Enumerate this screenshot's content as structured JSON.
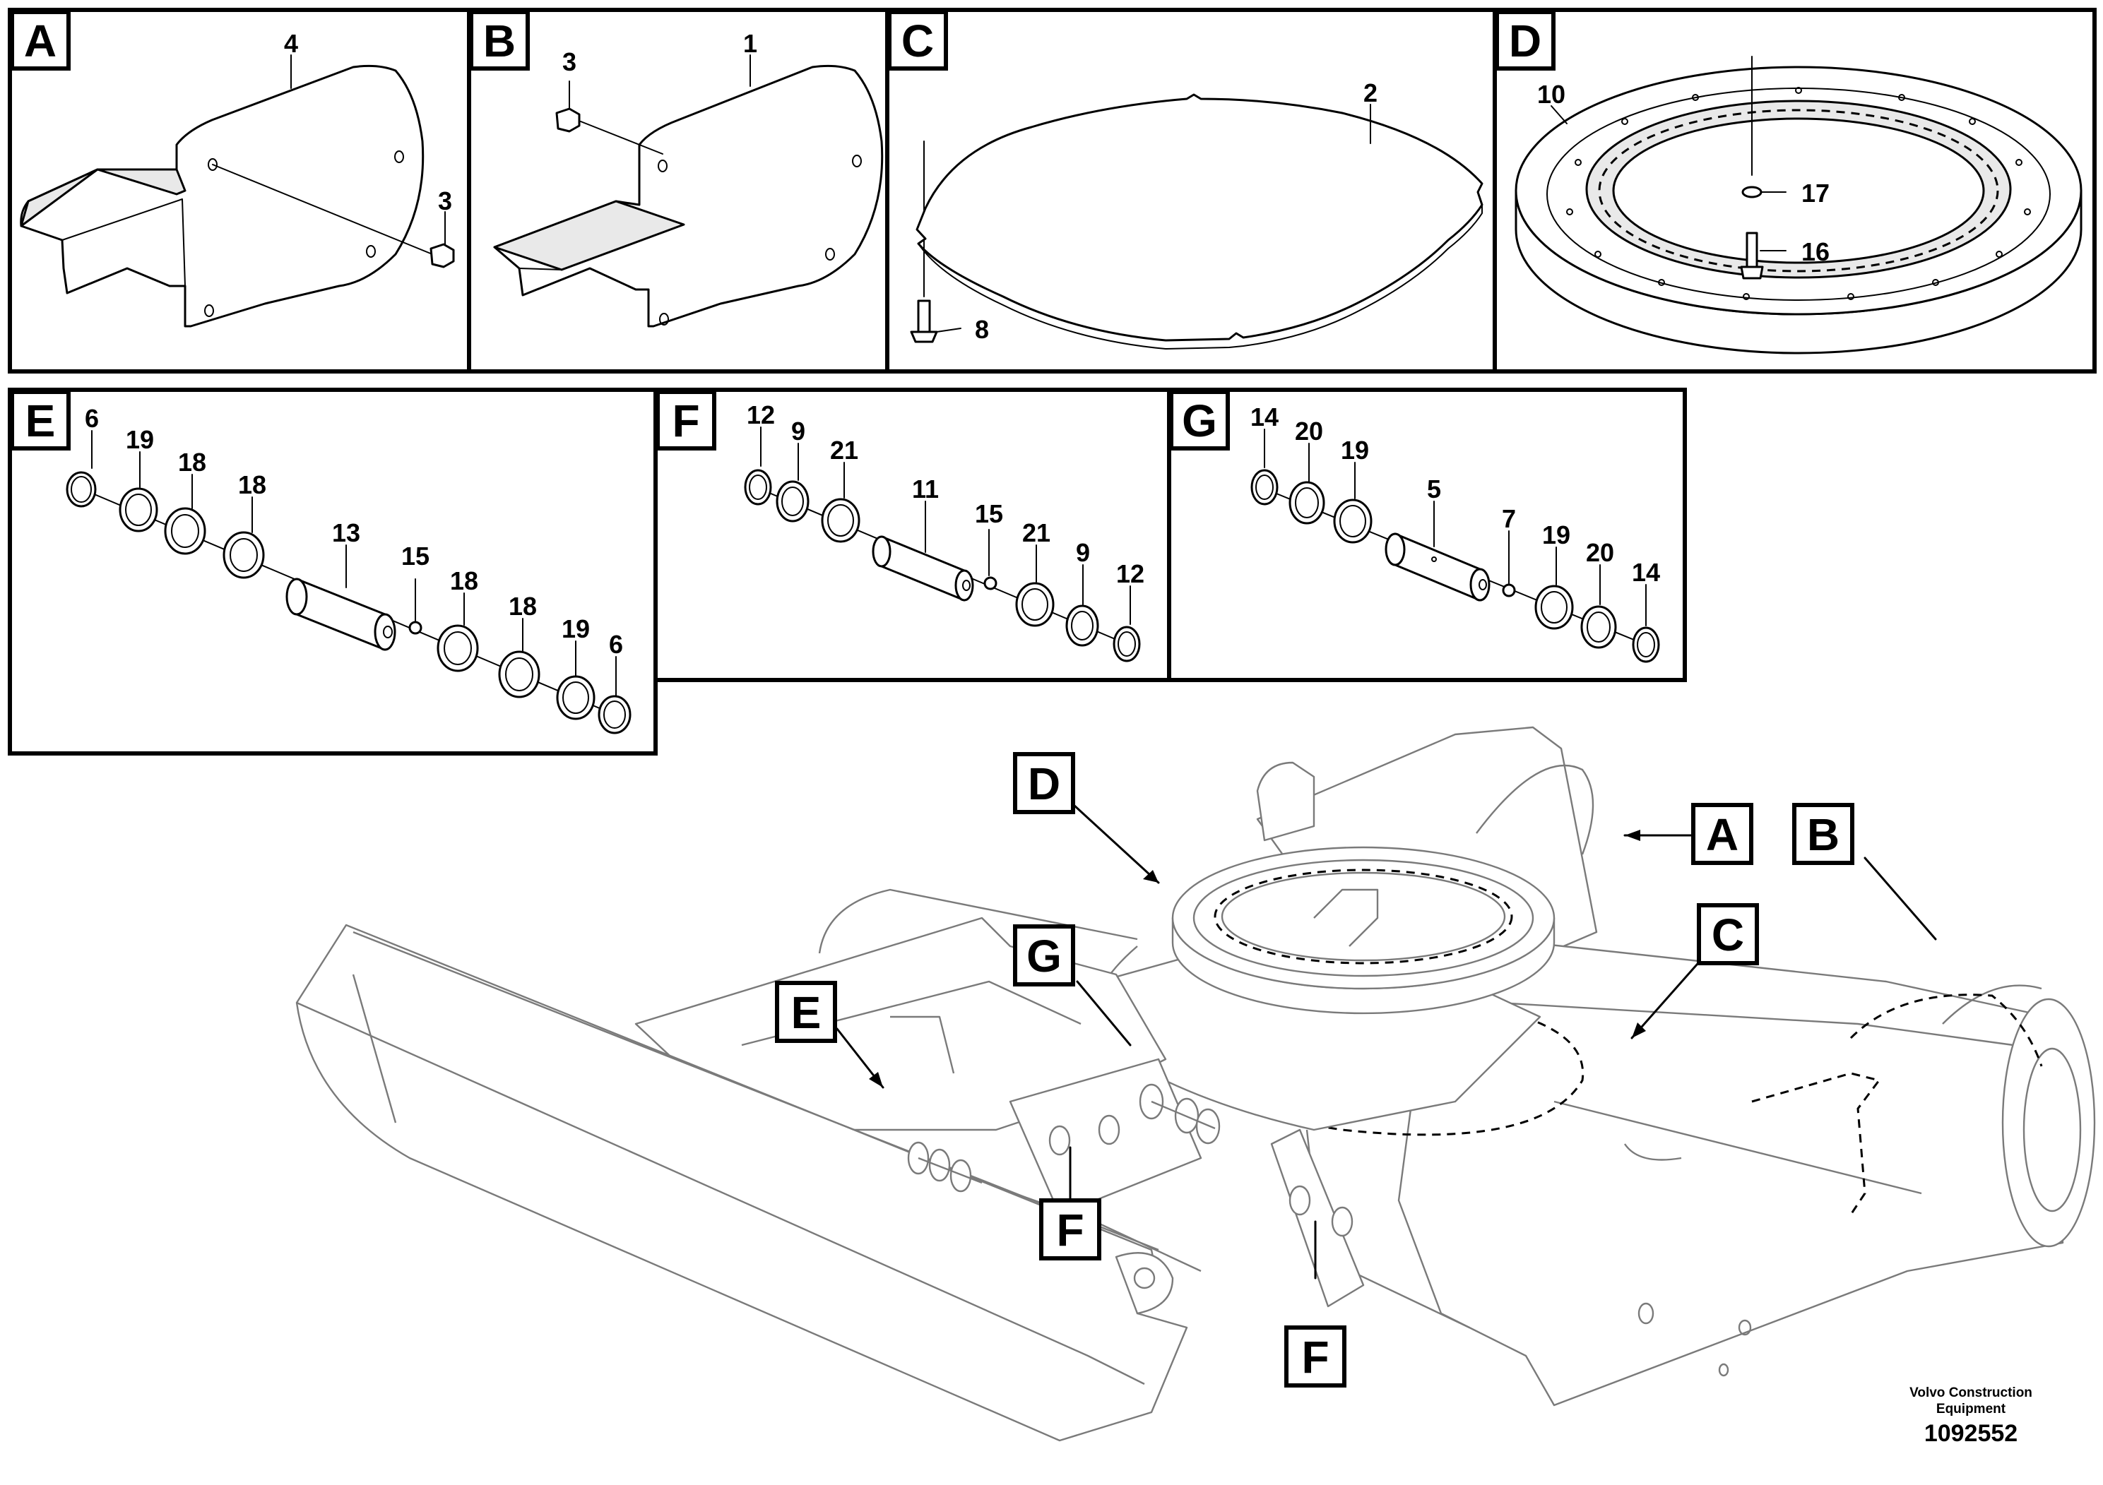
{
  "panels": {
    "A": {
      "label": "A",
      "callouts": [
        "4",
        "3"
      ]
    },
    "B": {
      "label": "B",
      "callouts": [
        "3",
        "1"
      ]
    },
    "C": {
      "label": "C",
      "callouts": [
        "2",
        "8"
      ]
    },
    "D": {
      "label": "D",
      "callouts": [
        "10",
        "17",
        "16"
      ]
    },
    "E": {
      "label": "E",
      "callouts": [
        "6",
        "19",
        "18",
        "18",
        "13",
        "15",
        "18",
        "18",
        "19",
        "6"
      ]
    },
    "F": {
      "label": "F",
      "callouts": [
        "12",
        "9",
        "21",
        "11",
        "15",
        "21",
        "9",
        "12"
      ]
    },
    "G": {
      "label": "G",
      "callouts": [
        "14",
        "20",
        "19",
        "5",
        "7",
        "19",
        "20",
        "14"
      ]
    }
  },
  "main_view": {
    "tags": [
      "D",
      "A",
      "B",
      "C",
      "G",
      "E",
      "F",
      "F"
    ]
  },
  "footer": {
    "brand_line1": "Volvo Construction",
    "brand_line2": "Equipment",
    "drawing_number": "1092552"
  }
}
